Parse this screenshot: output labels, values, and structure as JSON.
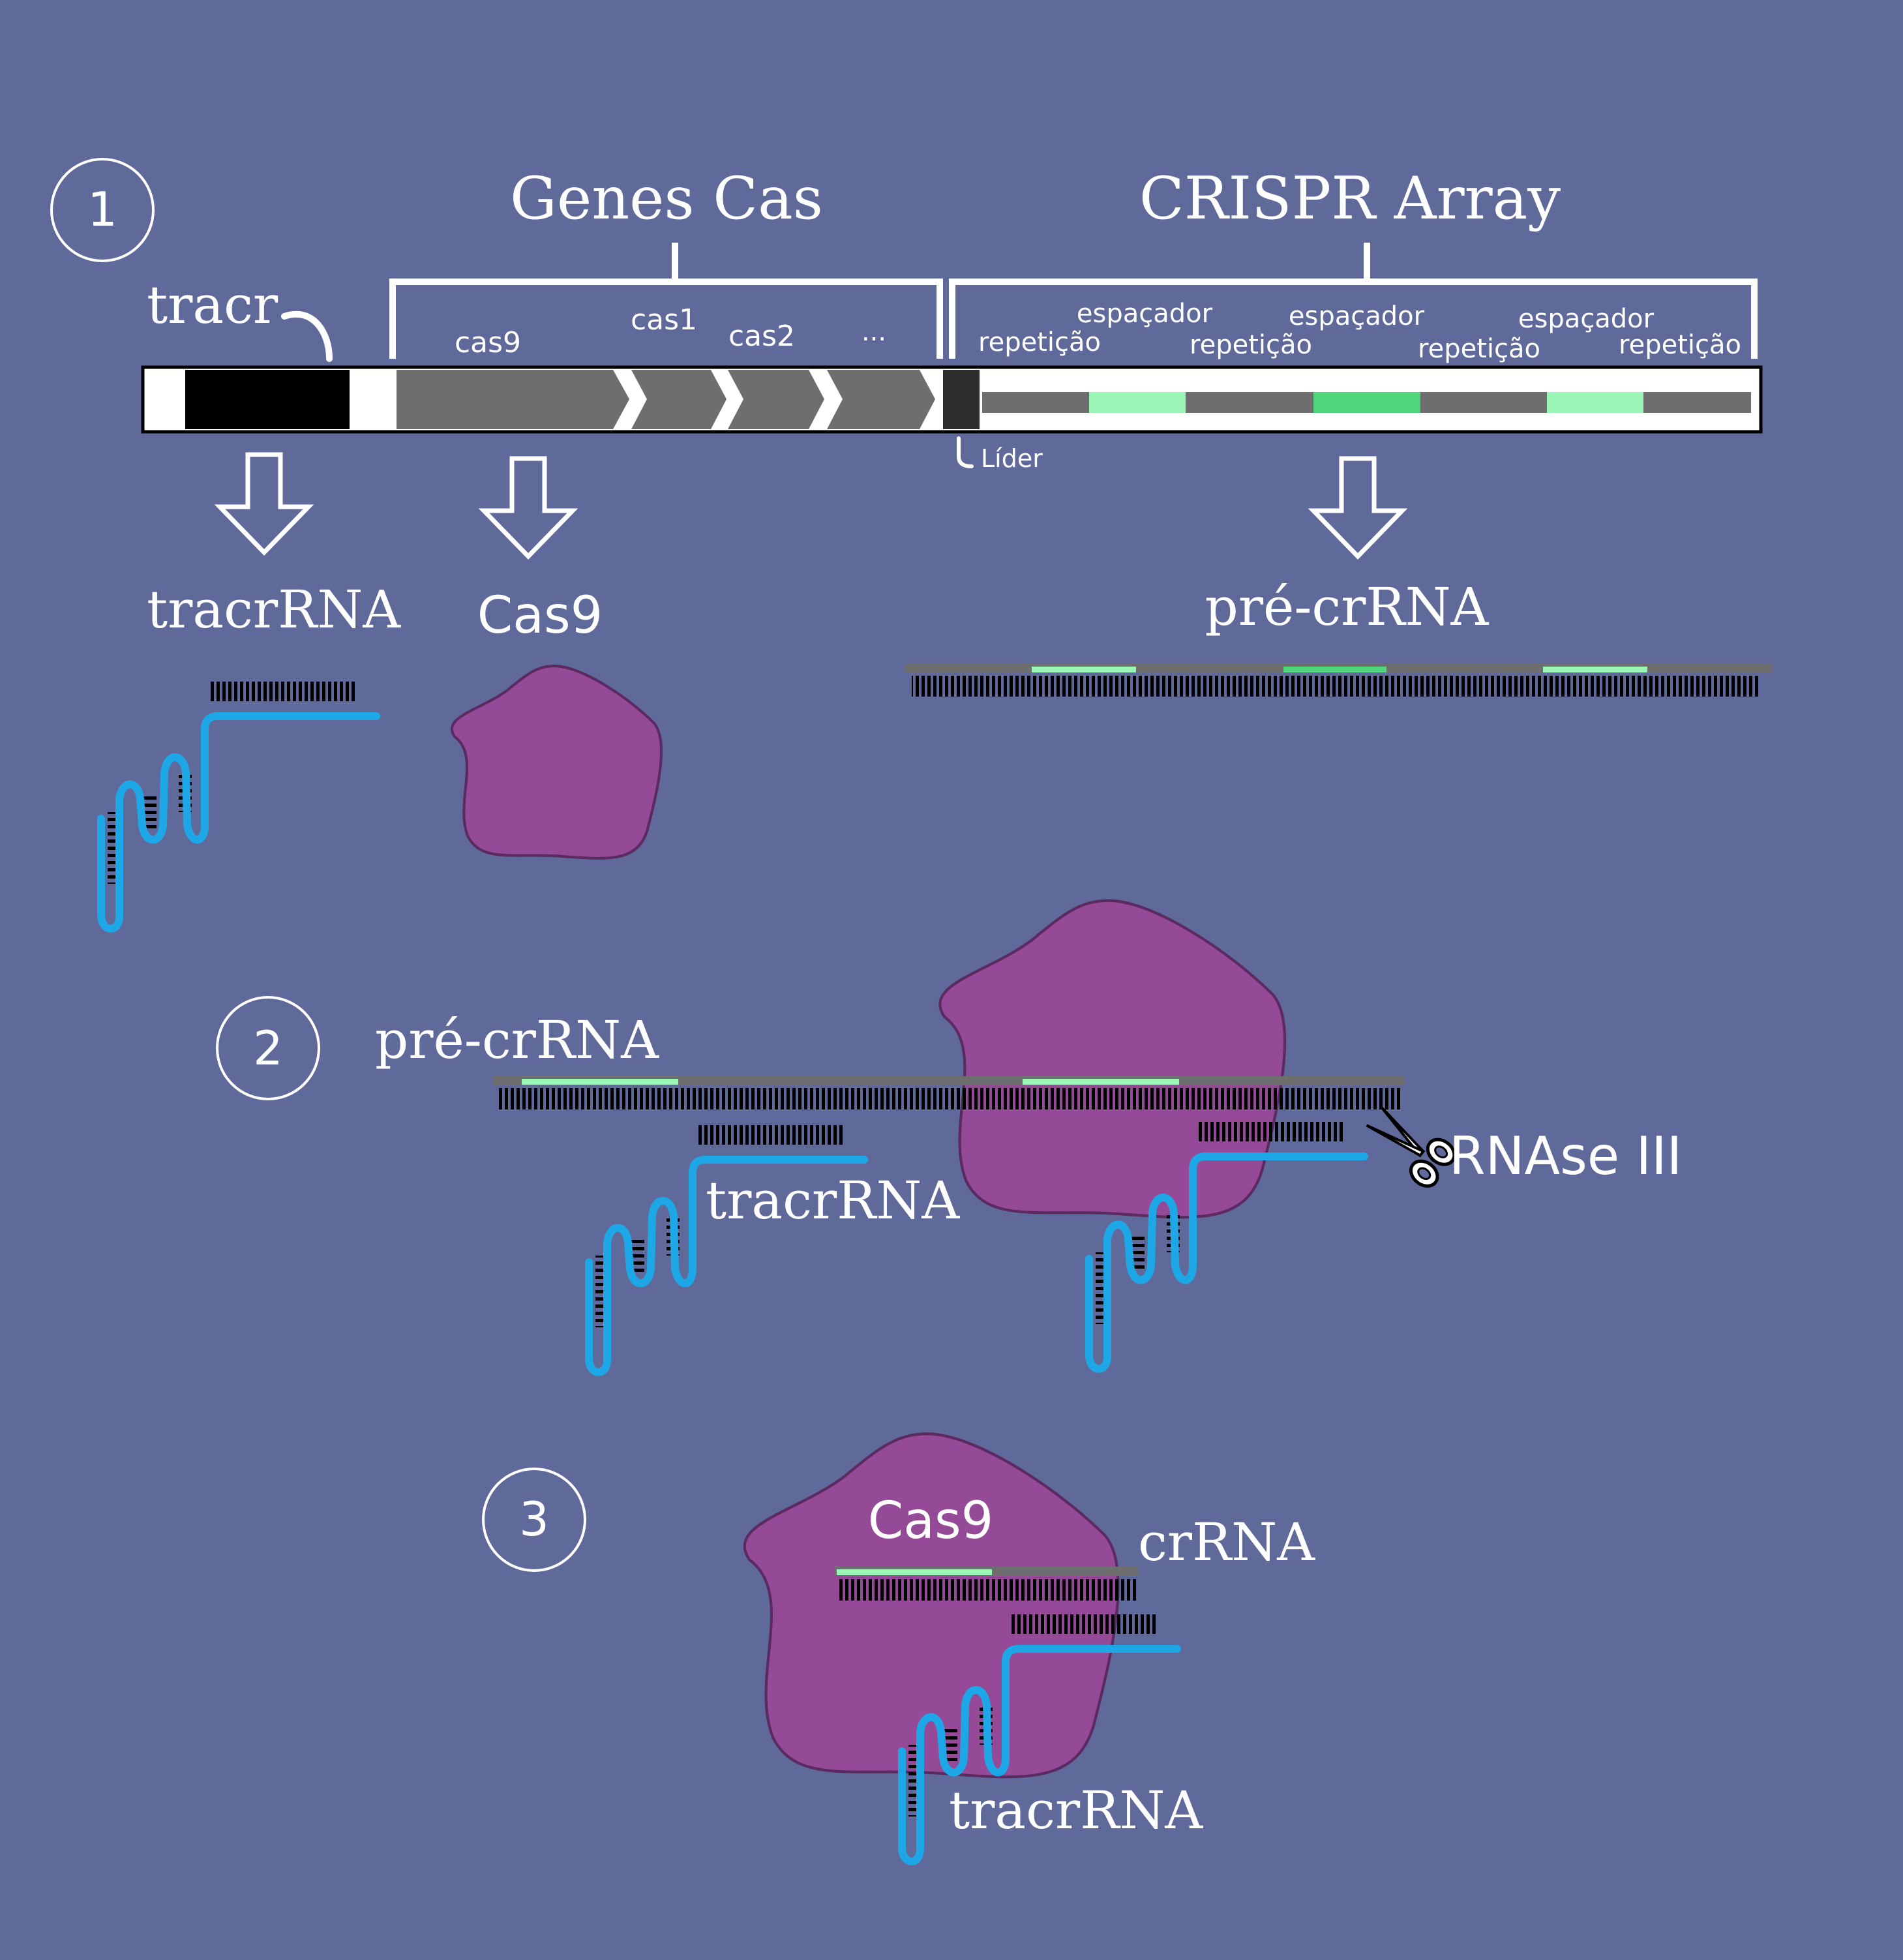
{
  "colors": {
    "background": "#606a9a",
    "white": "#ffffff",
    "dark_gray": "#6e6e6e",
    "leader": "#2e2e2e",
    "light_green": "#9af5b6",
    "green": "#4fd57c",
    "protein": "#944a96",
    "protein_edge": "#5a2a60",
    "rna_blue": "#1ea7e6",
    "bases": "#000000"
  },
  "steps": [
    "1",
    "2",
    "3"
  ],
  "section1": {
    "genes_cas_title": "Genes Cas",
    "crispr_array_title": "CRISPR Array",
    "tracr_label": "tracr",
    "cas_genes": [
      "cas9",
      "cas1",
      "cas2",
      "..."
    ],
    "array_labels": {
      "spacer": "espaçador",
      "repeat": "repetição"
    },
    "leader_label": "Líder",
    "products": {
      "tracrrna": "tracrRNA",
      "cas9": "Cas9",
      "precrrna": "pré-crRNA"
    }
  },
  "section2": {
    "precrrna": "pré-crRNA",
    "tracrrna": "tracrRNA",
    "rnase": "RNAse III"
  },
  "section3": {
    "cas9": "Cas9",
    "crrna": "crRNA",
    "tracrrna": "tracrRNA"
  },
  "icons": [
    "scissors-icon",
    "down-arrow-icon",
    "step-circle-icon"
  ]
}
